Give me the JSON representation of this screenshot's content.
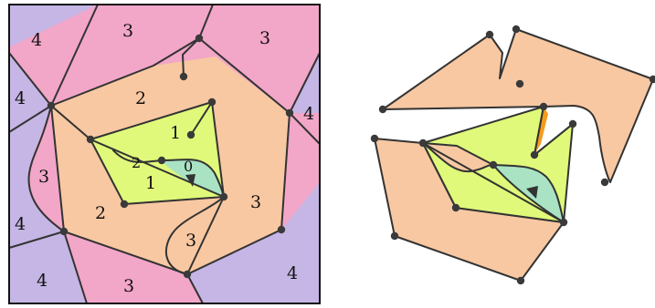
{
  "colors": {
    "purple": "#c5b6e5",
    "pink": "#f2a6c8",
    "peach": "#f8c8a2",
    "lime": "#e0f97a",
    "teal": "#a9e3c4",
    "orange": "#f59b1c",
    "line": "#333333",
    "point": "#3a3a3a"
  },
  "left_panel": {
    "region_labels": {
      "purple_top_left": "4",
      "pink_top_center": "3",
      "pink_top_right": "3",
      "purple_left_upper": "4",
      "purple_right_upper": "4",
      "peach_top": "2",
      "lime_inner_top": "1",
      "pink_left": "3",
      "edge_label_two": "2",
      "teal_core": "0",
      "lime_inner_bottom": "1",
      "peach_bottom": "2",
      "pink_right": "3",
      "pink_bottom_right": "3",
      "purple_left_lower": "4",
      "purple_right_lower": "4",
      "purple_bottom_left": "4",
      "pink_bottom": "3"
    }
  }
}
